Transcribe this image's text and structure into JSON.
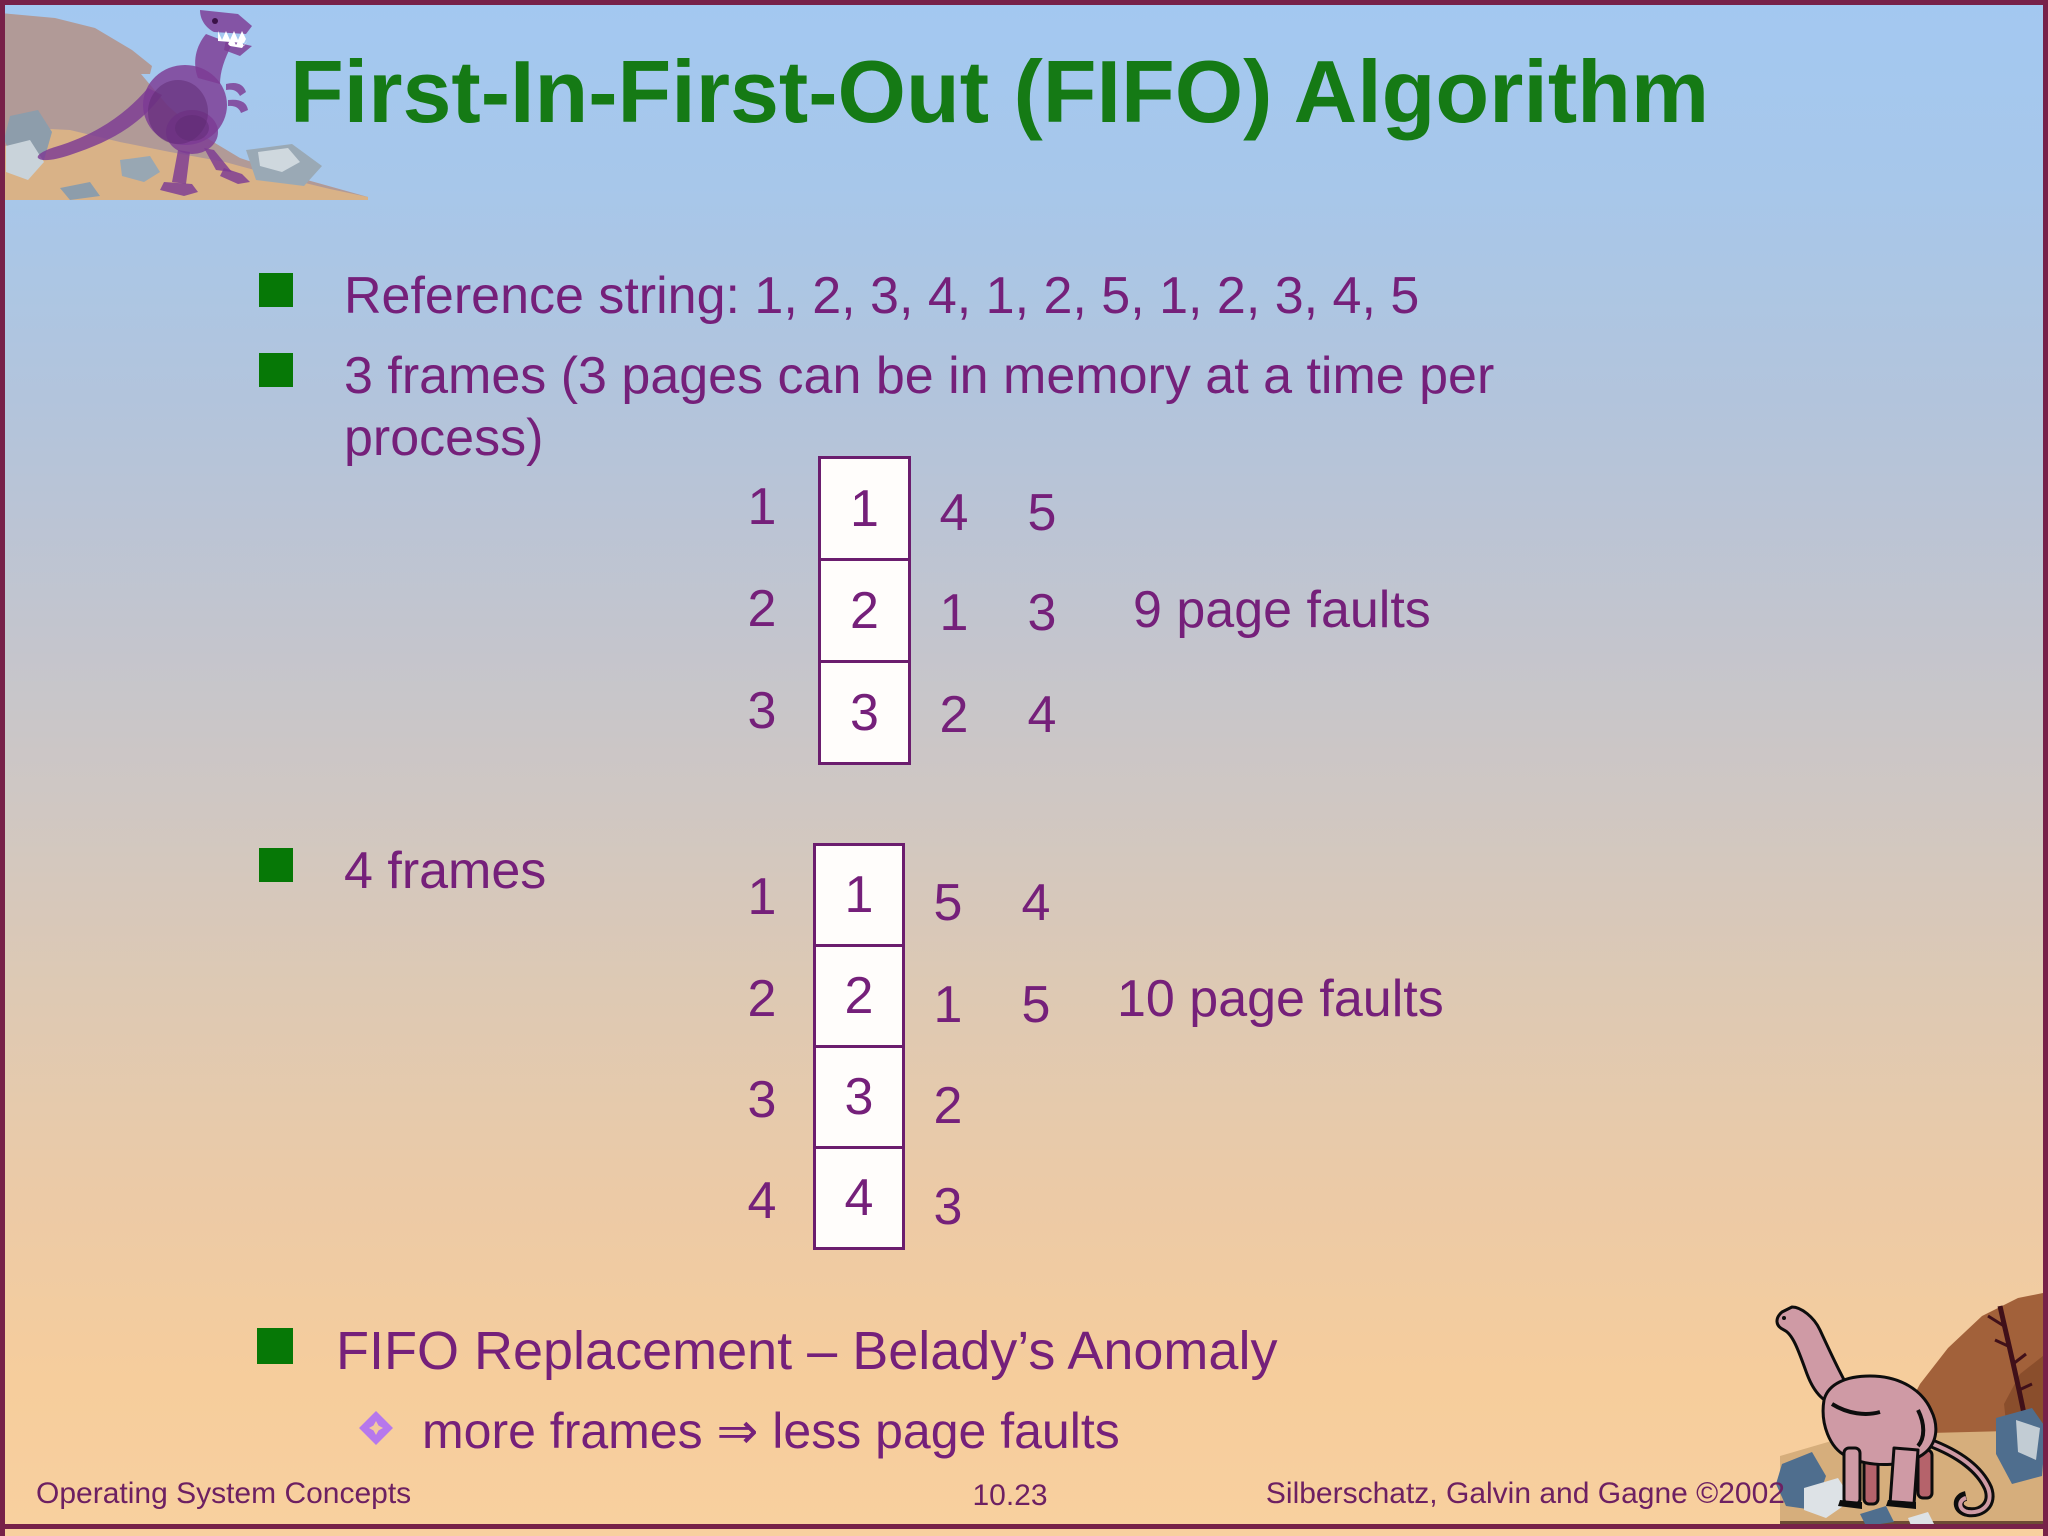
{
  "slide": {
    "title": "First-In-First-Out (FIFO) Algorithm",
    "bullets": {
      "reference_string": "Reference string: 1, 2, 3, 4, 1, 2, 5, 1, 2, 3, 4, 5",
      "three_frames": "3 frames (3 pages can be in memory at a time per process)",
      "four_frames": "4 frames",
      "fifo_replacement": "FIFO Replacement – Belady’s Anomaly",
      "belady_note": "more frames ⇒ less page faults"
    },
    "footer": {
      "left": "Operating System Concepts",
      "page_number": "10.23",
      "right": "Silberschatz, Galvin and Gagne ©2002"
    },
    "colors": {
      "title_green": "#157a15",
      "bullet_green": "#067806",
      "text_purple": "#75207a",
      "footer_purple": "#6d2062",
      "border_maroon": "#772149",
      "diamond_violet": "#b678ec",
      "background_top": "#a3c8f1",
      "background_middle": "#cfc7c3",
      "background_bottom": "#f8d09f"
    },
    "illustrations": {
      "top_left": "trex-on-rocky-hill",
      "bottom_right": "sauropod-with-cliff-and-dead-tree"
    }
  },
  "fifo_3frames": {
    "row_labels": [
      "1",
      "2",
      "3"
    ],
    "frame_box": [
      "1",
      "2",
      "3"
    ],
    "step_col_1": [
      "4",
      "1",
      "2"
    ],
    "step_col_2": [
      "5",
      "3",
      "4"
    ],
    "result": "9 page faults"
  },
  "fifo_4frames": {
    "row_labels": [
      "1",
      "2",
      "3",
      "4"
    ],
    "frame_box": [
      "1",
      "2",
      "3",
      "4"
    ],
    "step_col_1": [
      "5",
      "1",
      "2",
      "3"
    ],
    "step_col_2": [
      "4",
      "5"
    ],
    "result": "10 page faults"
  }
}
